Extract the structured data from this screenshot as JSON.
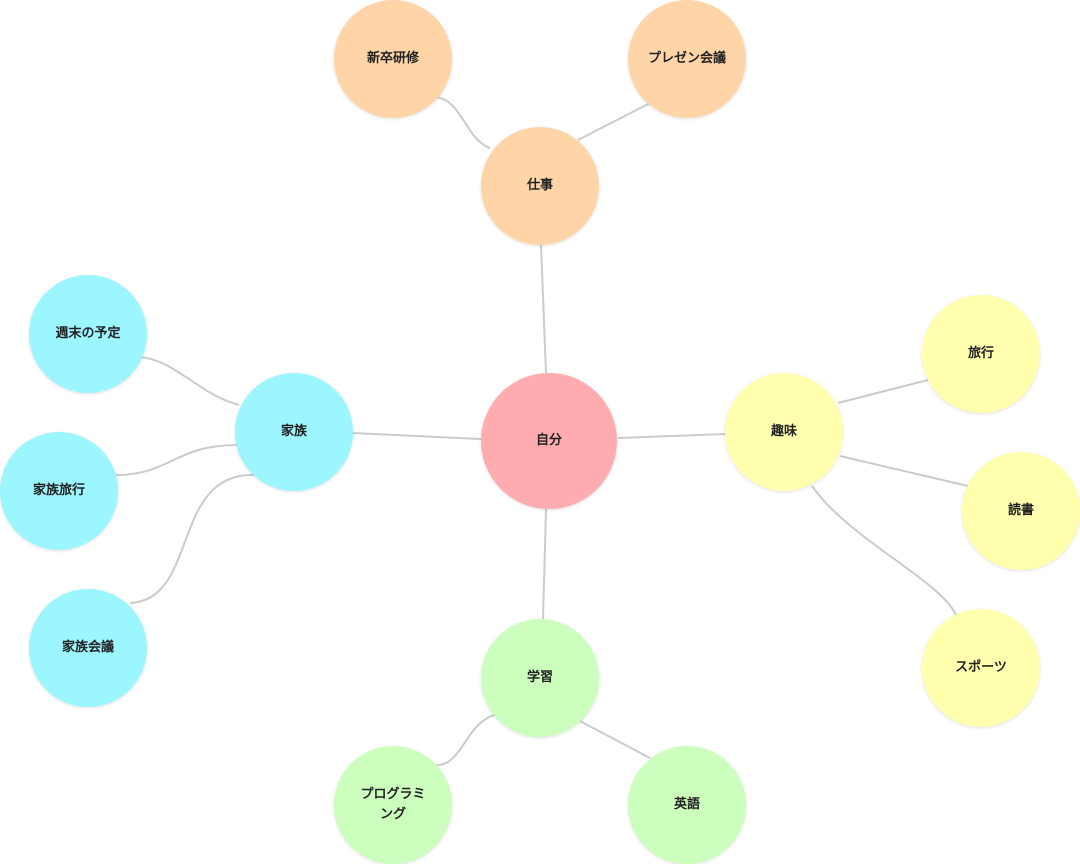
{
  "mindmap": {
    "root": {
      "id": "self",
      "label": "自分",
      "color": "#ffacb0"
    },
    "branches": [
      {
        "id": "work",
        "label": "仕事",
        "color": "#ffd5a8",
        "children": [
          {
            "id": "new-hire-training",
            "label": "新卒研修"
          },
          {
            "id": "presentation-meeting",
            "label": "プレゼン会議"
          }
        ]
      },
      {
        "id": "family",
        "label": "家族",
        "color": "#9cf6ff",
        "children": [
          {
            "id": "weekend-plans",
            "label": "週末の予定"
          },
          {
            "id": "family-trip",
            "label": "家族旅行"
          },
          {
            "id": "family-meeting",
            "label": "家族会議"
          }
        ]
      },
      {
        "id": "hobby",
        "label": "趣味",
        "color": "#ffffad",
        "children": [
          {
            "id": "travel",
            "label": "旅行"
          },
          {
            "id": "reading",
            "label": "読書"
          },
          {
            "id": "sports",
            "label": "スポーツ"
          }
        ]
      },
      {
        "id": "study",
        "label": "学習",
        "color": "#ccffbe",
        "children": [
          {
            "id": "programming",
            "label": "プログラミング"
          },
          {
            "id": "english",
            "label": "英語"
          }
        ]
      }
    ]
  }
}
